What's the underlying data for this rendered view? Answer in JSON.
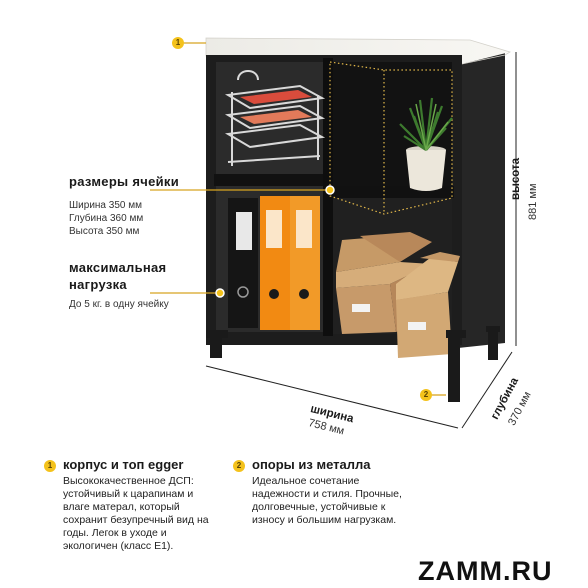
{
  "cell_sizes": {
    "title": "размеры ячейки",
    "width": "Ширина 350 мм",
    "depth": "Глубина 360 мм",
    "height": "Высота 350 мм"
  },
  "max_load": {
    "title_line1": "максимальная",
    "title_line2": "нагрузка",
    "text": "До 5 кг. в одну ячейку"
  },
  "dimensions": {
    "height_label": "высота",
    "height_value": "881 мм",
    "width_label": "ширина",
    "width_value": "758 мм",
    "depth_label": "глубина",
    "depth_value": "370 мм"
  },
  "badges": {
    "one": "1",
    "two": "2"
  },
  "features": [
    {
      "number": "1",
      "title": "корпус и топ egger",
      "lines": [
        "Высококачественное ДСП:",
        "устойчивый к царапинам и",
        "влаге матерал, который",
        "сохранит безупречный вид на",
        "годы. Легок в уходе и",
        "экологичен (класс Е1)."
      ]
    },
    {
      "number": "2",
      "title": "опоры из металла",
      "lines": [
        "Идеальное сочетание",
        "надежности и стиля. Прочные,",
        "долговечные, устойчивые к",
        "износу  и большим нагрузкам."
      ]
    }
  ],
  "brand": "ZAMM.RU",
  "colors": {
    "badge": "#f4c21b",
    "cabinet": "#1e1e1e",
    "top": "#f2f1ec",
    "binder": "#f28a12"
  }
}
